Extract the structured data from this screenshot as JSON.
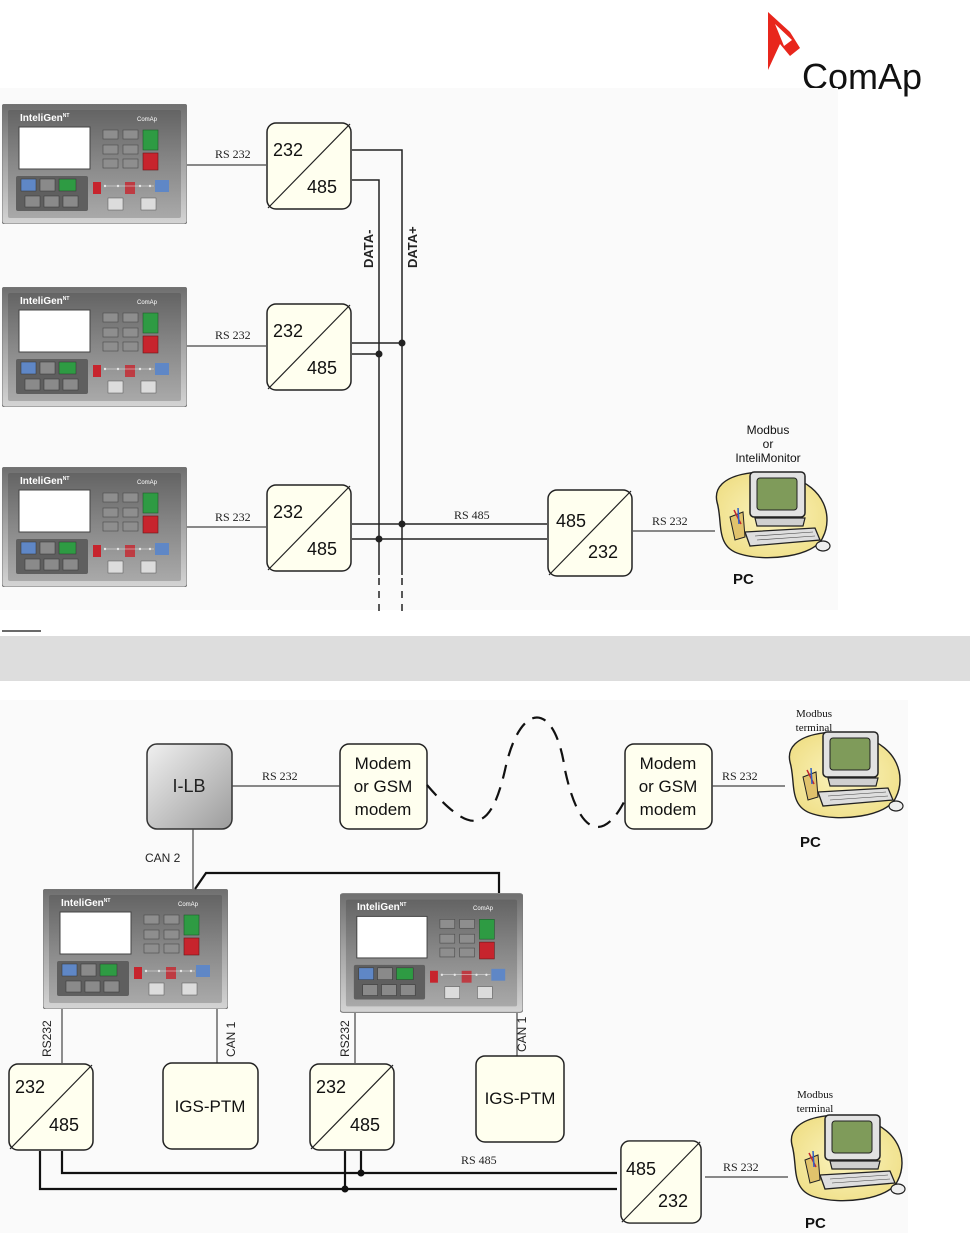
{
  "brand": {
    "name": "ComAp",
    "accent": "#e8261c"
  },
  "controller": {
    "model": "InteliGen",
    "model_sup": "NT",
    "brand": "ComAp",
    "panel_color": "#9a9a9a",
    "button_green": "#2e9b43",
    "button_red": "#c7242d"
  },
  "figure1": {
    "links": {
      "rs232": "RS 232",
      "rs485": "RS 485"
    },
    "bus_lines": {
      "minus": "DATA-",
      "plus": "DATA+"
    },
    "converters": [
      {
        "top": "232",
        "bottom": "485"
      },
      {
        "top": "232",
        "bottom": "485"
      },
      {
        "top": "232",
        "bottom": "485"
      },
      {
        "top": "485",
        "bottom": "232"
      }
    ],
    "pc": {
      "caption_line1": "Modbus",
      "caption_line2": "or",
      "caption_line3": "InteliMonitor",
      "label": "PC"
    }
  },
  "figure2": {
    "ilb": "I-LB",
    "can2": "CAN 2",
    "can1": "CAN 1",
    "rs232": "RS 232",
    "rs232_vertical": "RS232",
    "rs485": "RS 485",
    "modem_left": [
      "Modem",
      "or GSM",
      "modem"
    ],
    "modem_right": [
      "Modem",
      "or GSM",
      "modem"
    ],
    "ptm_left": "IGS-PTM",
    "ptm_right": "IGS-PTM",
    "conv_left": {
      "top": "232",
      "bottom": "485"
    },
    "conv_mid": {
      "top": "232",
      "bottom": "485"
    },
    "conv_right": {
      "top": "485",
      "bottom": "232"
    },
    "pc_top": {
      "caption_line1": "Modbus",
      "caption_line2": "terminal",
      "label": "PC"
    },
    "pc_bottom": {
      "caption_line1": "Modbus",
      "caption_line2": "terminal",
      "label": "PC"
    }
  }
}
